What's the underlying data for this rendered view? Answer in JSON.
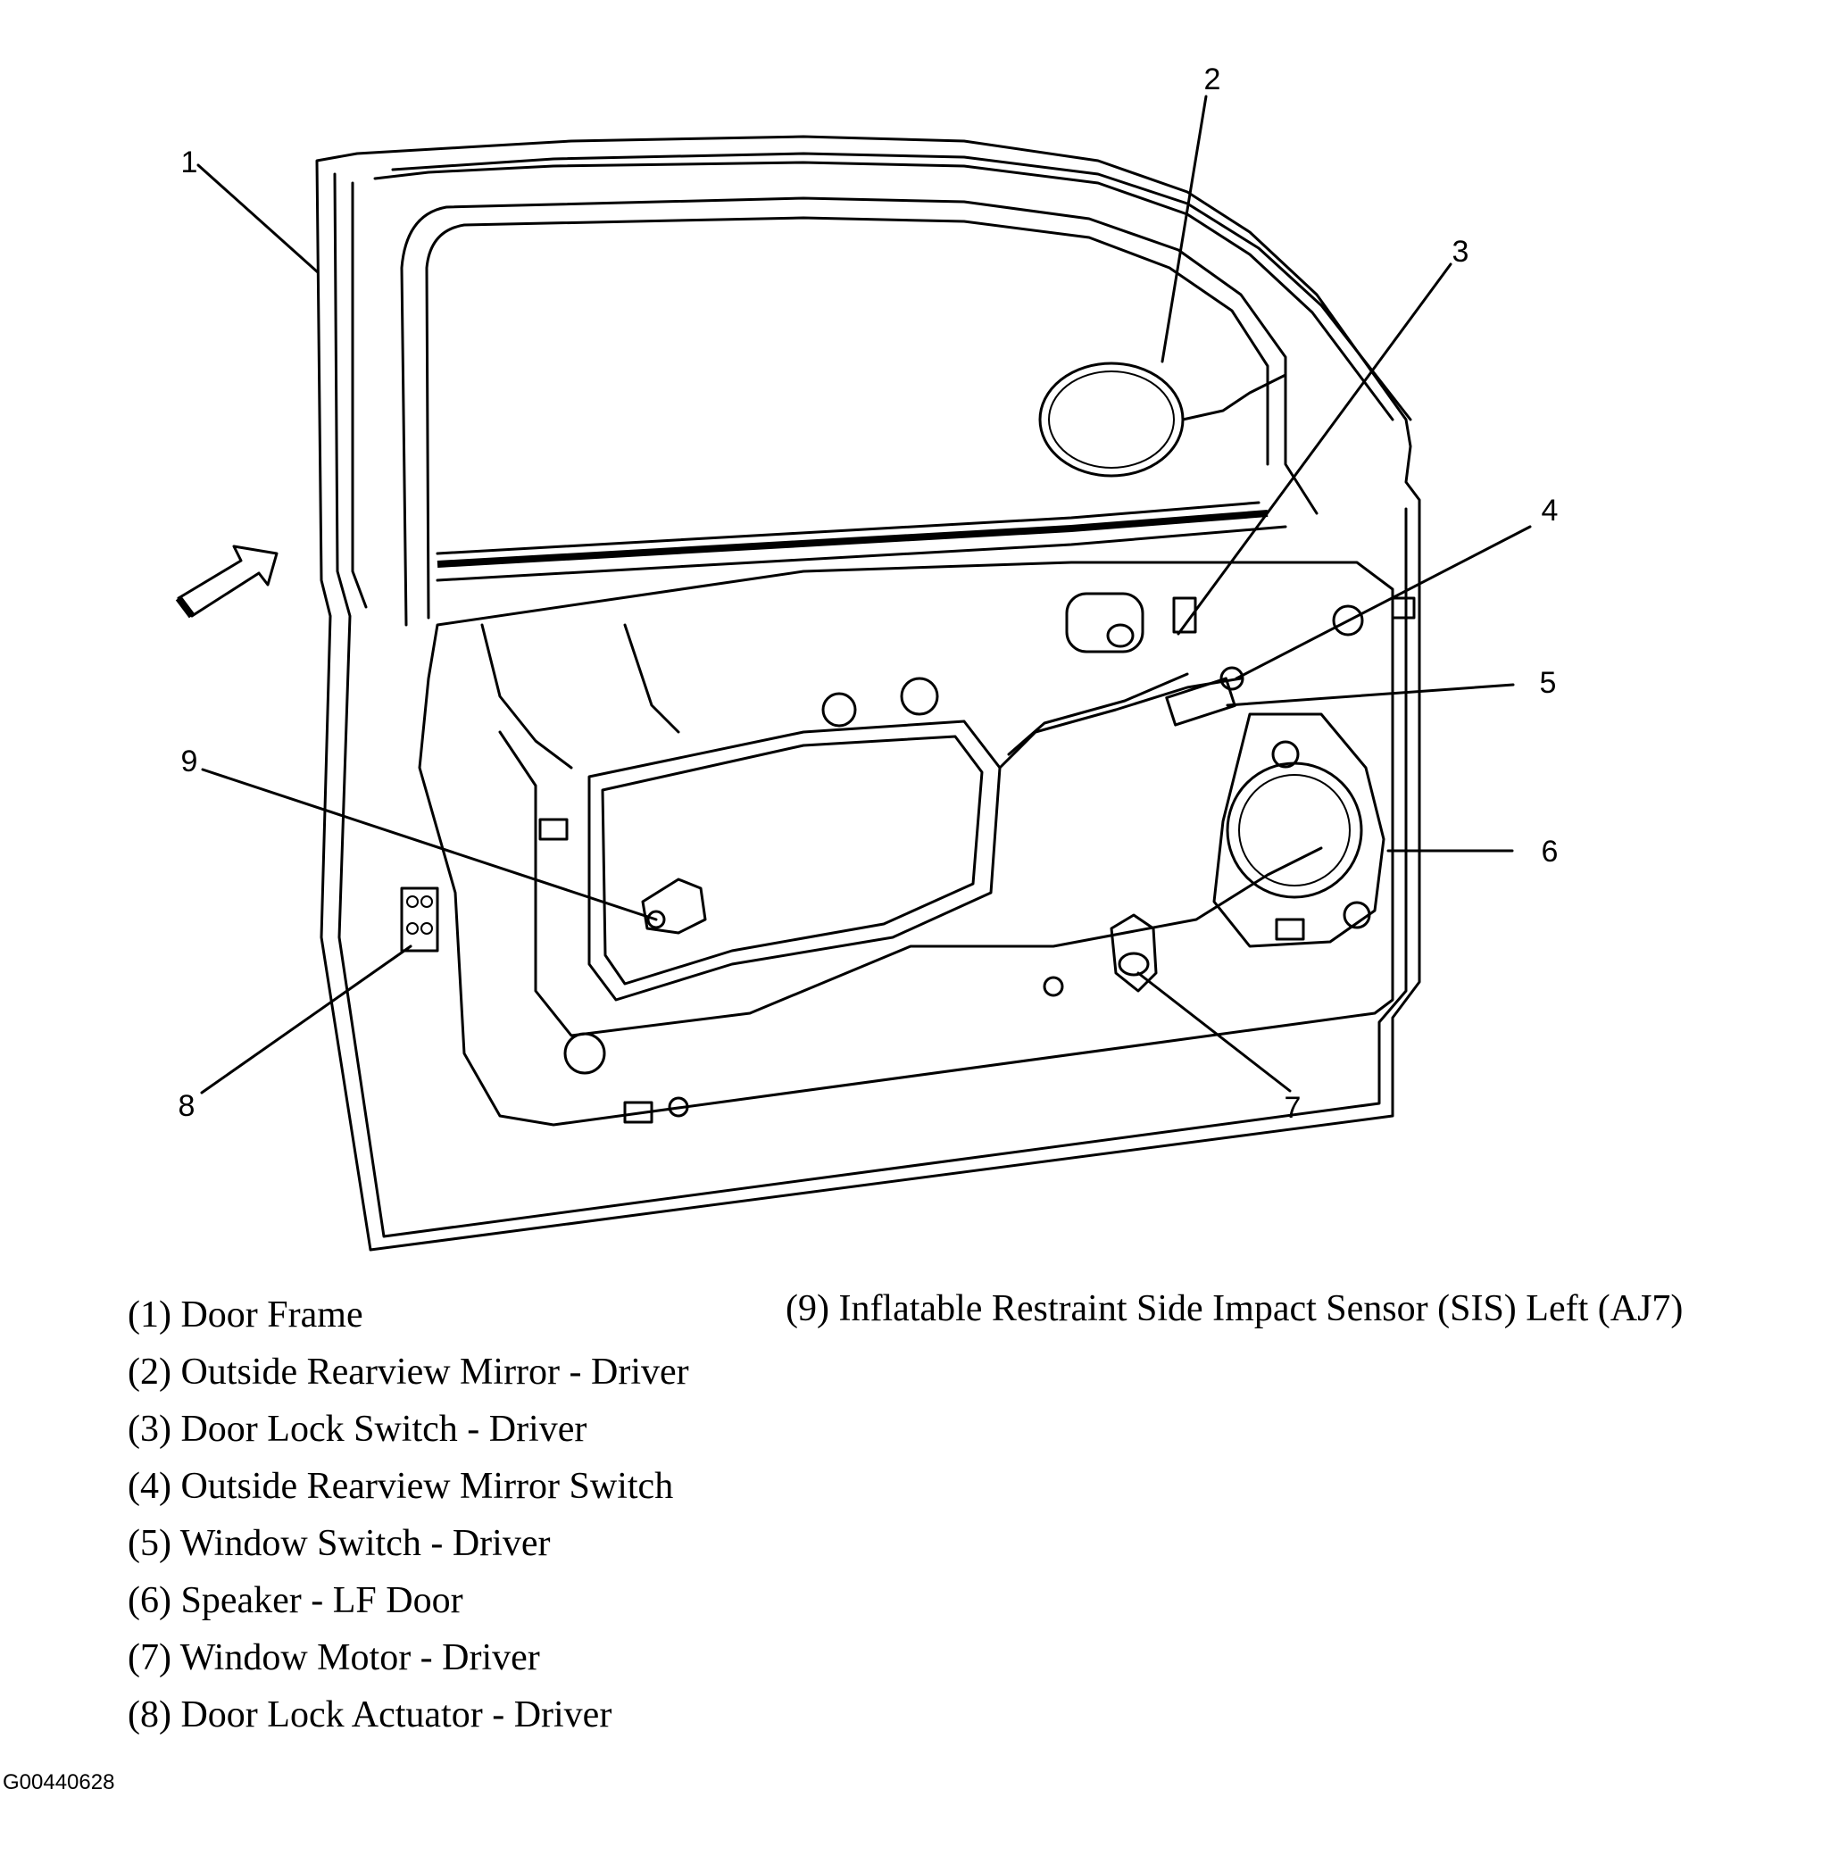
{
  "callouts": [
    "1",
    "2",
    "3",
    "4",
    "5",
    "6",
    "7",
    "8",
    "9"
  ],
  "legend": [
    "(1) Door Frame",
    "(2) Outside Rearview Mirror - Driver",
    "(3) Door Lock Switch - Driver",
    "(4) Outside Rearview Mirror Switch",
    "(5) Window Switch - Driver",
    "(6) Speaker - LF Door",
    "(7) Window Motor - Driver",
    "(8) Door Lock Actuator - Driver",
    "(9) Inflatable Restraint Side Impact Sensor (SIS) Left (AJ7)"
  ],
  "figure_id": "G00440628"
}
